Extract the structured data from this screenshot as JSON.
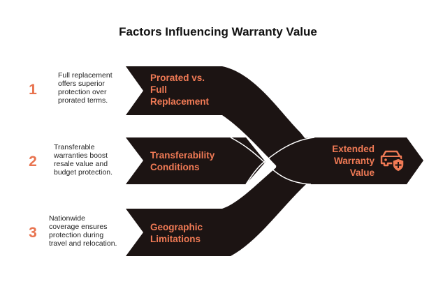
{
  "title": "Factors Influencing Warranty Value",
  "factors": [
    {
      "number": "1",
      "label_lines": [
        "Prorated vs.",
        "Full",
        "Replacement"
      ],
      "description_lines": [
        "Full replacement",
        "offers superior",
        "protection over",
        "prorated terms."
      ]
    },
    {
      "number": "2",
      "label_lines": [
        "Transferability",
        "Conditions"
      ],
      "description_lines": [
        "Transferable",
        "warranties boost",
        "resale value and",
        "budget protection."
      ]
    },
    {
      "number": "3",
      "label_lines": [
        "Geographic",
        "Limitations"
      ],
      "description_lines": [
        "Nationwide",
        "coverage ensures",
        "protection during",
        "travel and relocation."
      ]
    }
  ],
  "result": {
    "label_lines": [
      "Extended",
      "Warranty",
      "Value"
    ],
    "icon": "car-shield-icon"
  },
  "colors": {
    "shape_fill": "#1c1413",
    "accent": "#f07a55",
    "number": "#e8734f",
    "text": "#222222"
  }
}
